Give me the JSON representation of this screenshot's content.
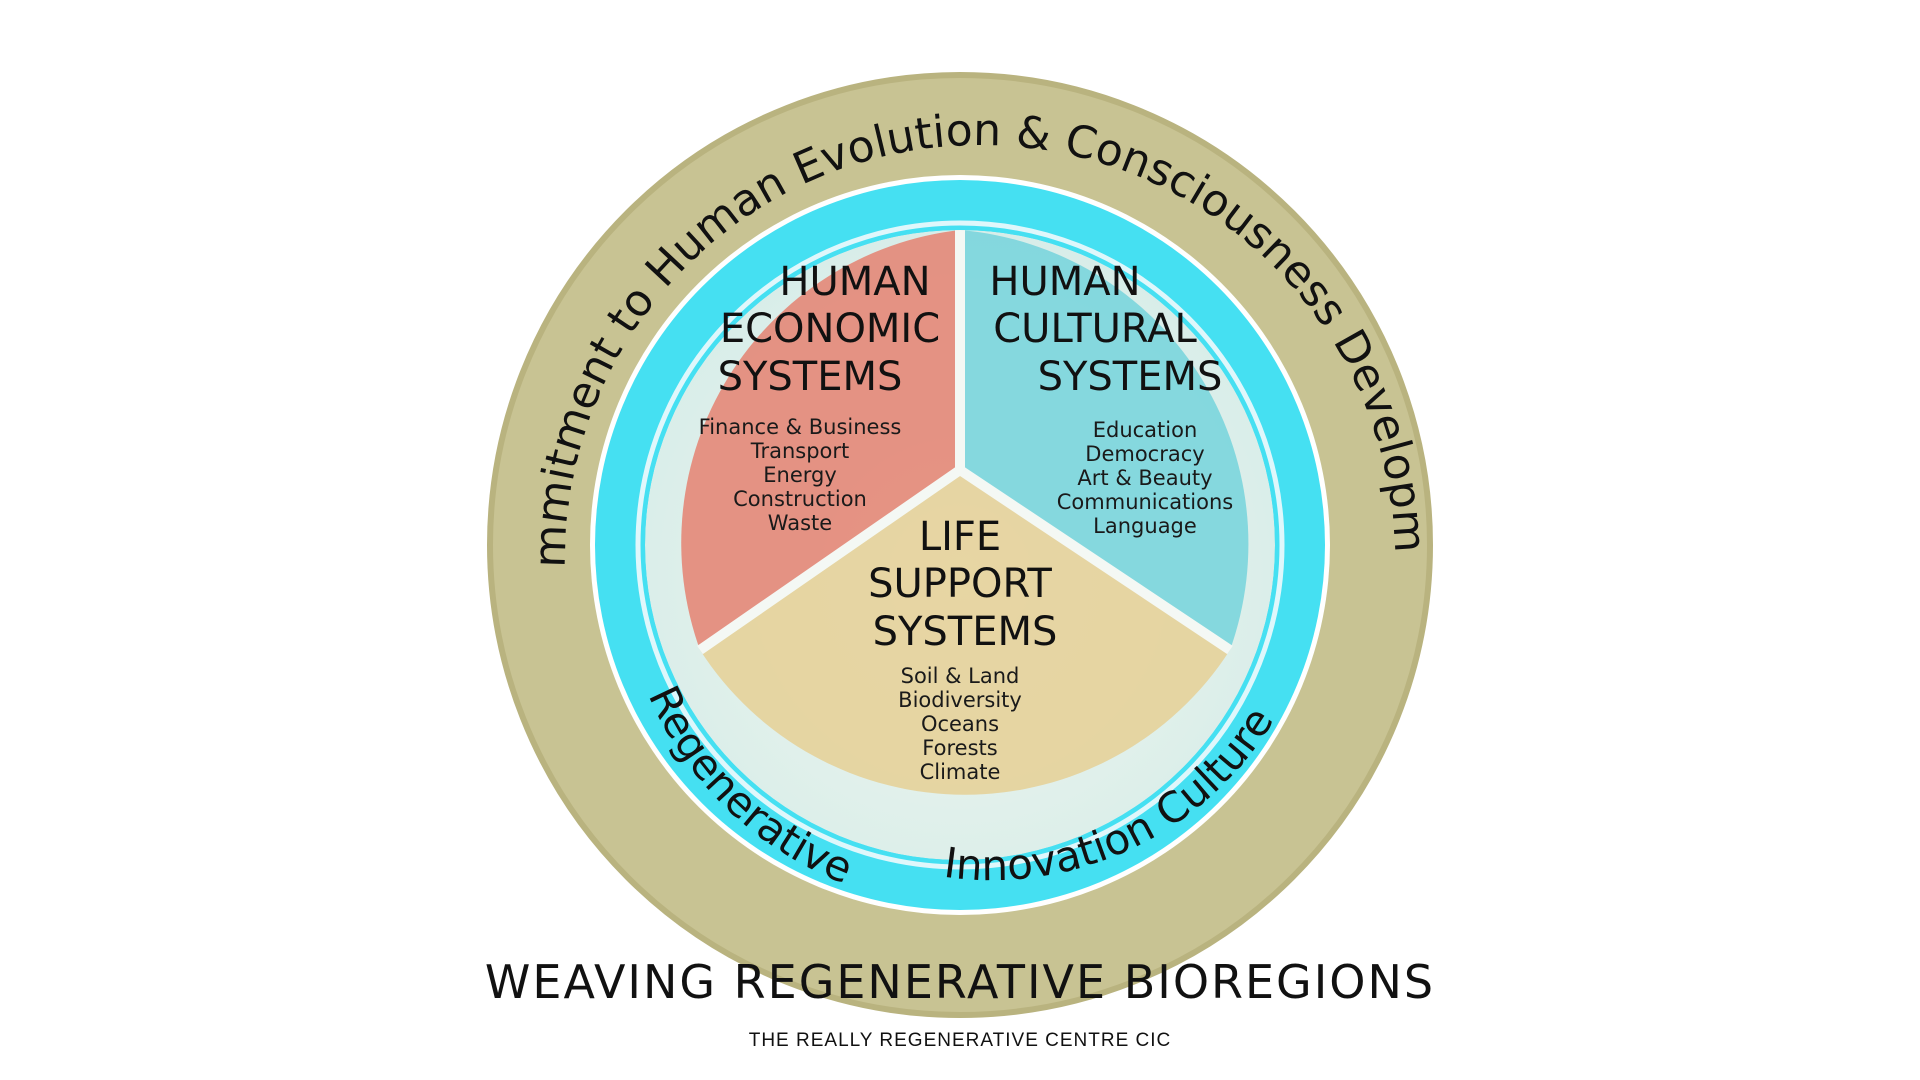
{
  "outer_ring": {
    "text": "Commitment to Human Evolution & Consciousness Development",
    "color": "#c8c393"
  },
  "inner_ring": {
    "text_left": "Regenerative",
    "text_right": "Innovation Culture",
    "color": "#45e0f2"
  },
  "segments": {
    "economic": {
      "title_lines": [
        "HUMAN",
        "ECONOMIC",
        "SYSTEMS"
      ],
      "items": [
        "Finance & Business",
        "Transport",
        "Energy",
        "Construction",
        "Waste"
      ],
      "color": "#e48a7a"
    },
    "cultural": {
      "title_lines": [
        "HUMAN",
        "CULTURAL",
        "SYSTEMS"
      ],
      "items": [
        "Education",
        "Democracy",
        "Art & Beauty",
        "Communications",
        "Language"
      ],
      "color": "#7fd6dd"
    },
    "life_support": {
      "title_lines": [
        "LIFE",
        "SUPPORT",
        "SYSTEMS"
      ],
      "items": [
        "Soil & Land",
        "Biodiversity",
        "Oceans",
        "Forests",
        "Climate"
      ],
      "color": "#e6d29a"
    }
  },
  "footer": {
    "title": "WEAVING REGENERATIVE BIOREGIONS",
    "subtitle": "THE REALLY REGENERATIVE CENTRE CIC"
  }
}
